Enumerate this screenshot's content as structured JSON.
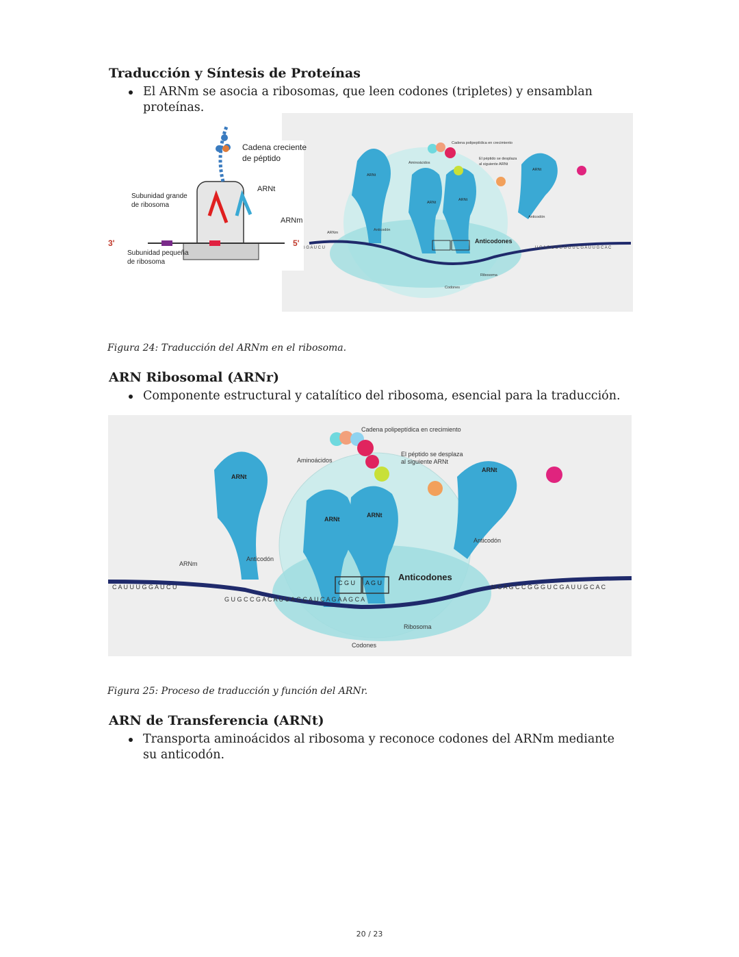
{
  "sections": [
    {
      "heading": "Traducción y Síntesis de Proteínas",
      "bullet": "El ARNm se asocia a ribosomas, que leen codones (tripletes) y ensamblan proteínas."
    },
    {
      "heading": "ARN Ribosomal (ARNr)",
      "bullet": "Componente estructural y catalítico del ribosoma, esencial para la traducción."
    },
    {
      "heading": "ARN de Transferencia (ARNt)",
      "bullet": "Transporta aminoácidos al ribosoma y reconoce codones del ARNm mediante su anticodón."
    }
  ],
  "figure24": {
    "caption": "Figura 24: Traducción del ARNm en el ribosoma.",
    "schematic": {
      "peptide": "Cadena creciente",
      "peptide2": "de péptido",
      "trna": "ARNt",
      "large": "Subunidad grande",
      "large2": "de ribosoma",
      "mrna": "ARNm",
      "small": "Subunidad pequeña",
      "small2": "de ribosoma",
      "end3": "3'",
      "end5": "5'"
    }
  },
  "figure25": {
    "caption": "Figura 25: Proceso de traducción y función del ARNr."
  },
  "ribosome_labels": {
    "chain": "Cadena polipeptídica en crecimiento",
    "amino": "Aminoácidos",
    "shift1": "El péptido se desplaza",
    "shift2": "al siguiente ARNt",
    "trna": "ARNt",
    "anticodon": "Anticodón",
    "mrna": "ARNm",
    "anticodons": "Anticodones",
    "ribosome": "Ribosoma",
    "codons": "Codones",
    "anti1": "C G U",
    "anti2": "A G U",
    "seq_left": "C A U U U G G A U C U",
    "seq_mid": "G U G C C G A C A U U A G C A U C A G A A G C A",
    "seq_right": "U C A G C C G G G U C G A U U G C A C"
  },
  "page": {
    "number": "20 / 23"
  },
  "colors": {
    "trna": "#3aa9d4",
    "ribosome": "#9fdde0",
    "backbone": "#1f2a6b"
  }
}
